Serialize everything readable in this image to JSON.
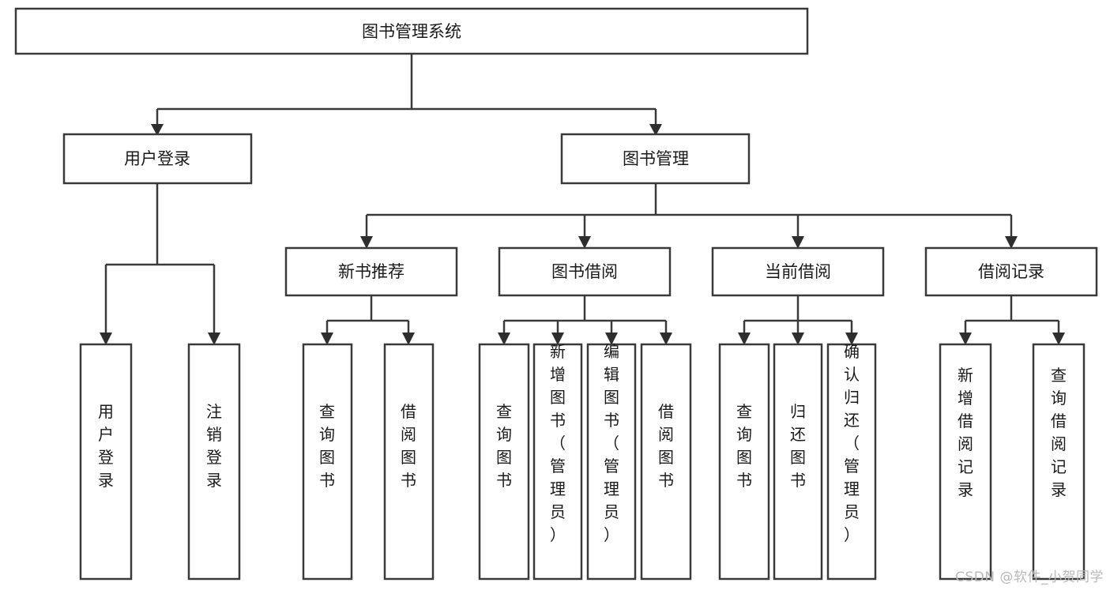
{
  "diagram": {
    "type": "tree-hierarchy",
    "title": "图书管理系统",
    "watermark": "CSDN @软件_小贺同学",
    "colors": {
      "background": "#ffffff",
      "box_stroke": "#3a3a3a",
      "box_fill": "#ffffff",
      "connector": "#3a3a3a",
      "text": "#1a1a1a",
      "watermark": "#b9b9b9"
    },
    "root": {
      "label": "图书管理系统",
      "orientation": "horizontal"
    },
    "level2": [
      {
        "label": "用户登录",
        "orientation": "horizontal"
      },
      {
        "label": "图书管理",
        "orientation": "horizontal"
      }
    ],
    "level3": [
      {
        "label": "新书推荐",
        "orientation": "horizontal",
        "parent": "图书管理"
      },
      {
        "label": "图书借阅",
        "orientation": "horizontal",
        "parent": "图书管理"
      },
      {
        "label": "当前借阅",
        "orientation": "horizontal",
        "parent": "图书管理"
      },
      {
        "label": "借阅记录",
        "orientation": "horizontal",
        "parent": "图书管理"
      }
    ],
    "leaves": {
      "用户登录": [
        {
          "label": "用户登录",
          "orientation": "vertical"
        },
        {
          "label": "注销登录",
          "orientation": "vertical"
        }
      ],
      "新书推荐": [
        {
          "label": "查询图书",
          "orientation": "vertical"
        },
        {
          "label": "借阅图书",
          "orientation": "vertical"
        }
      ],
      "图书借阅": [
        {
          "label": "查询图书",
          "orientation": "vertical"
        },
        {
          "label": "新增图书（管理员）",
          "orientation": "vertical"
        },
        {
          "label": "编辑图书（管理员）",
          "orientation": "vertical"
        },
        {
          "label": "借阅图书",
          "orientation": "vertical"
        }
      ],
      "当前借阅": [
        {
          "label": "查询图书",
          "orientation": "vertical"
        },
        {
          "label": "归还图书",
          "orientation": "vertical"
        },
        {
          "label": "确认归还（管理员）",
          "orientation": "vertical"
        }
      ],
      "借阅记录": [
        {
          "label": "新增借阅记录",
          "orientation": "vertical"
        },
        {
          "label": "查询借阅记录",
          "orientation": "vertical"
        }
      ]
    },
    "nodes_flat": [
      "图书管理系统",
      "用户登录",
      "图书管理",
      "新书推荐",
      "图书借阅",
      "当前借阅",
      "借阅记录",
      "用户登录",
      "注销登录",
      "查询图书",
      "借阅图书",
      "查询图书",
      "新增图书（管理员）",
      "编辑图书（管理员）",
      "借阅图书",
      "查询图书",
      "归还图书",
      "确认归还（管理员）",
      "新增借阅记录",
      "查询借阅记录"
    ]
  }
}
